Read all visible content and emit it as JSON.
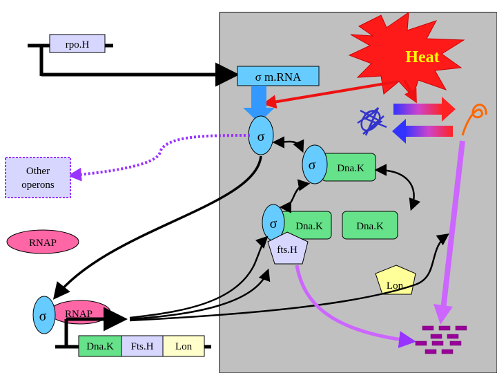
{
  "labels": {
    "rpoh": "rpo.H",
    "heat": "Heat",
    "sigma_mrna": "σ m.RNA",
    "sigma": "σ",
    "other_operons_1": "Other",
    "other_operons_2": "operons",
    "dnak": "Dna.K",
    "rnap": "RNAP",
    "ftsh_small": "fts.H",
    "lon": "Lon",
    "sigma_rnap": "RNAP",
    "gene_dnak": "Dna.K",
    "gene_ftsh": "Fts.H",
    "gene_lon": "Lon"
  },
  "colors": {
    "cell_bg": "#c0c0c0",
    "sigma_fill": "#66ccff",
    "dnak_fill": "#66e28a",
    "rnap_fill": "#ff66a6",
    "heat_fill": "#ff1a1a",
    "heat_text": "#ffff00",
    "lavender": "#d6d6ff",
    "lon_fill": "#ffff99",
    "gene_lon_fill": "#ffffcc",
    "purple": "#cc66ff",
    "red_arrow": "#ee1111",
    "blue_arrow": "#3399ff",
    "degraded": "#990099"
  }
}
